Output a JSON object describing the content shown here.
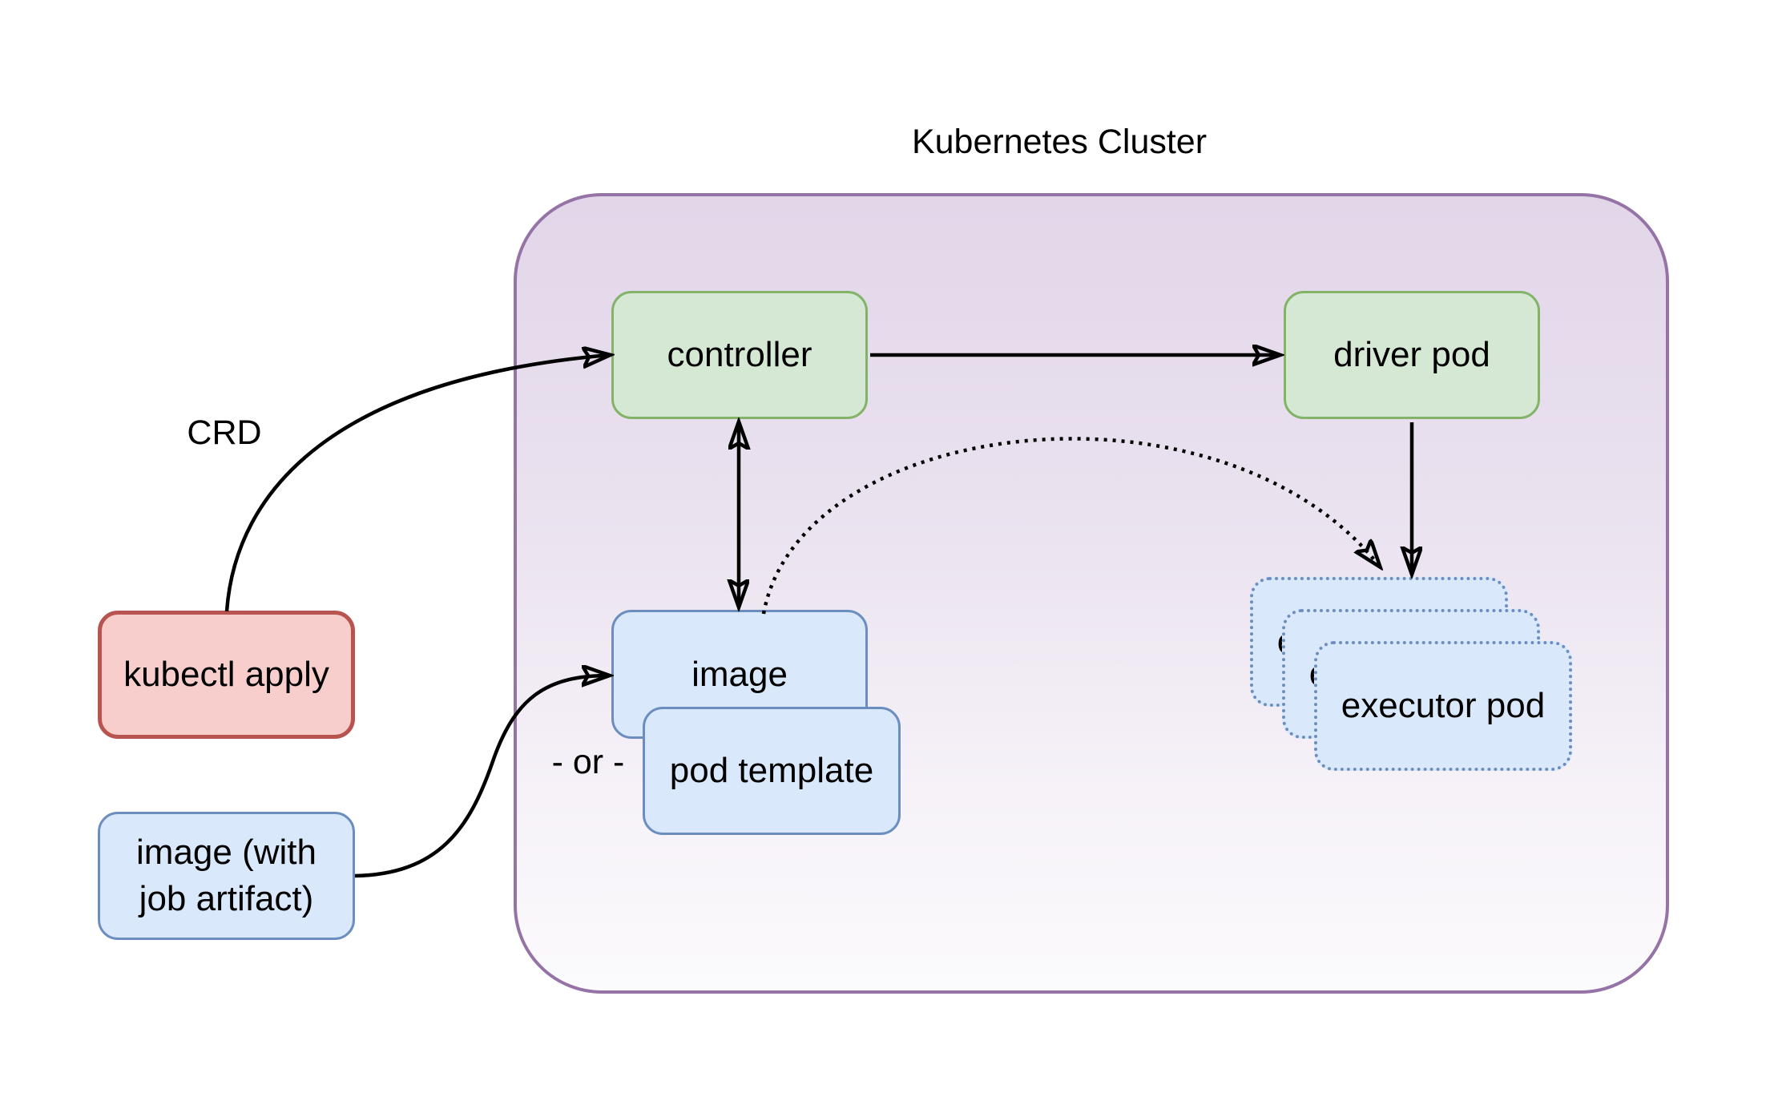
{
  "title": "Kubernetes Cluster",
  "nodes": {
    "controller": {
      "label": "controller"
    },
    "driver_pod": {
      "label": "driver pod"
    },
    "image": {
      "label": "image"
    },
    "pod_template": {
      "label": "pod template"
    },
    "executor_pod": {
      "label": "executor pod",
      "count": 3
    },
    "kubectl_apply": {
      "label": "kubectl apply"
    },
    "image_with_job_artifact": {
      "line1": "image (with",
      "line2": "job artifact)"
    }
  },
  "edge_labels": {
    "crd": "CRD",
    "or": "- or -"
  },
  "edges": [
    {
      "from": "kubectl apply",
      "to": "controller",
      "label": "CRD",
      "style": "solid-curve-arrow"
    },
    {
      "from": "controller",
      "to": "driver pod",
      "style": "solid-arrow"
    },
    {
      "from": "controller",
      "to": "image",
      "style": "solid-double-arrow"
    },
    {
      "from": "driver pod",
      "to": "executor pods",
      "style": "solid-arrow"
    },
    {
      "from": "image",
      "to": "executor pods",
      "style": "dotted-curve-arrow"
    },
    {
      "from": "image (with job artifact)",
      "to": "image",
      "style": "solid-curve-arrow"
    }
  ],
  "colors": {
    "green_fill": "#d5e8d4",
    "green_stroke": "#82b366",
    "blue_fill": "#dae8fc",
    "blue_stroke": "#6c8ebf",
    "red_fill": "#f8cecc",
    "red_stroke": "#b85450",
    "purple_fill": "#e1d5e7",
    "purple_stroke": "#9673a6",
    "arrow": "#000000",
    "background": "#ffffff"
  }
}
